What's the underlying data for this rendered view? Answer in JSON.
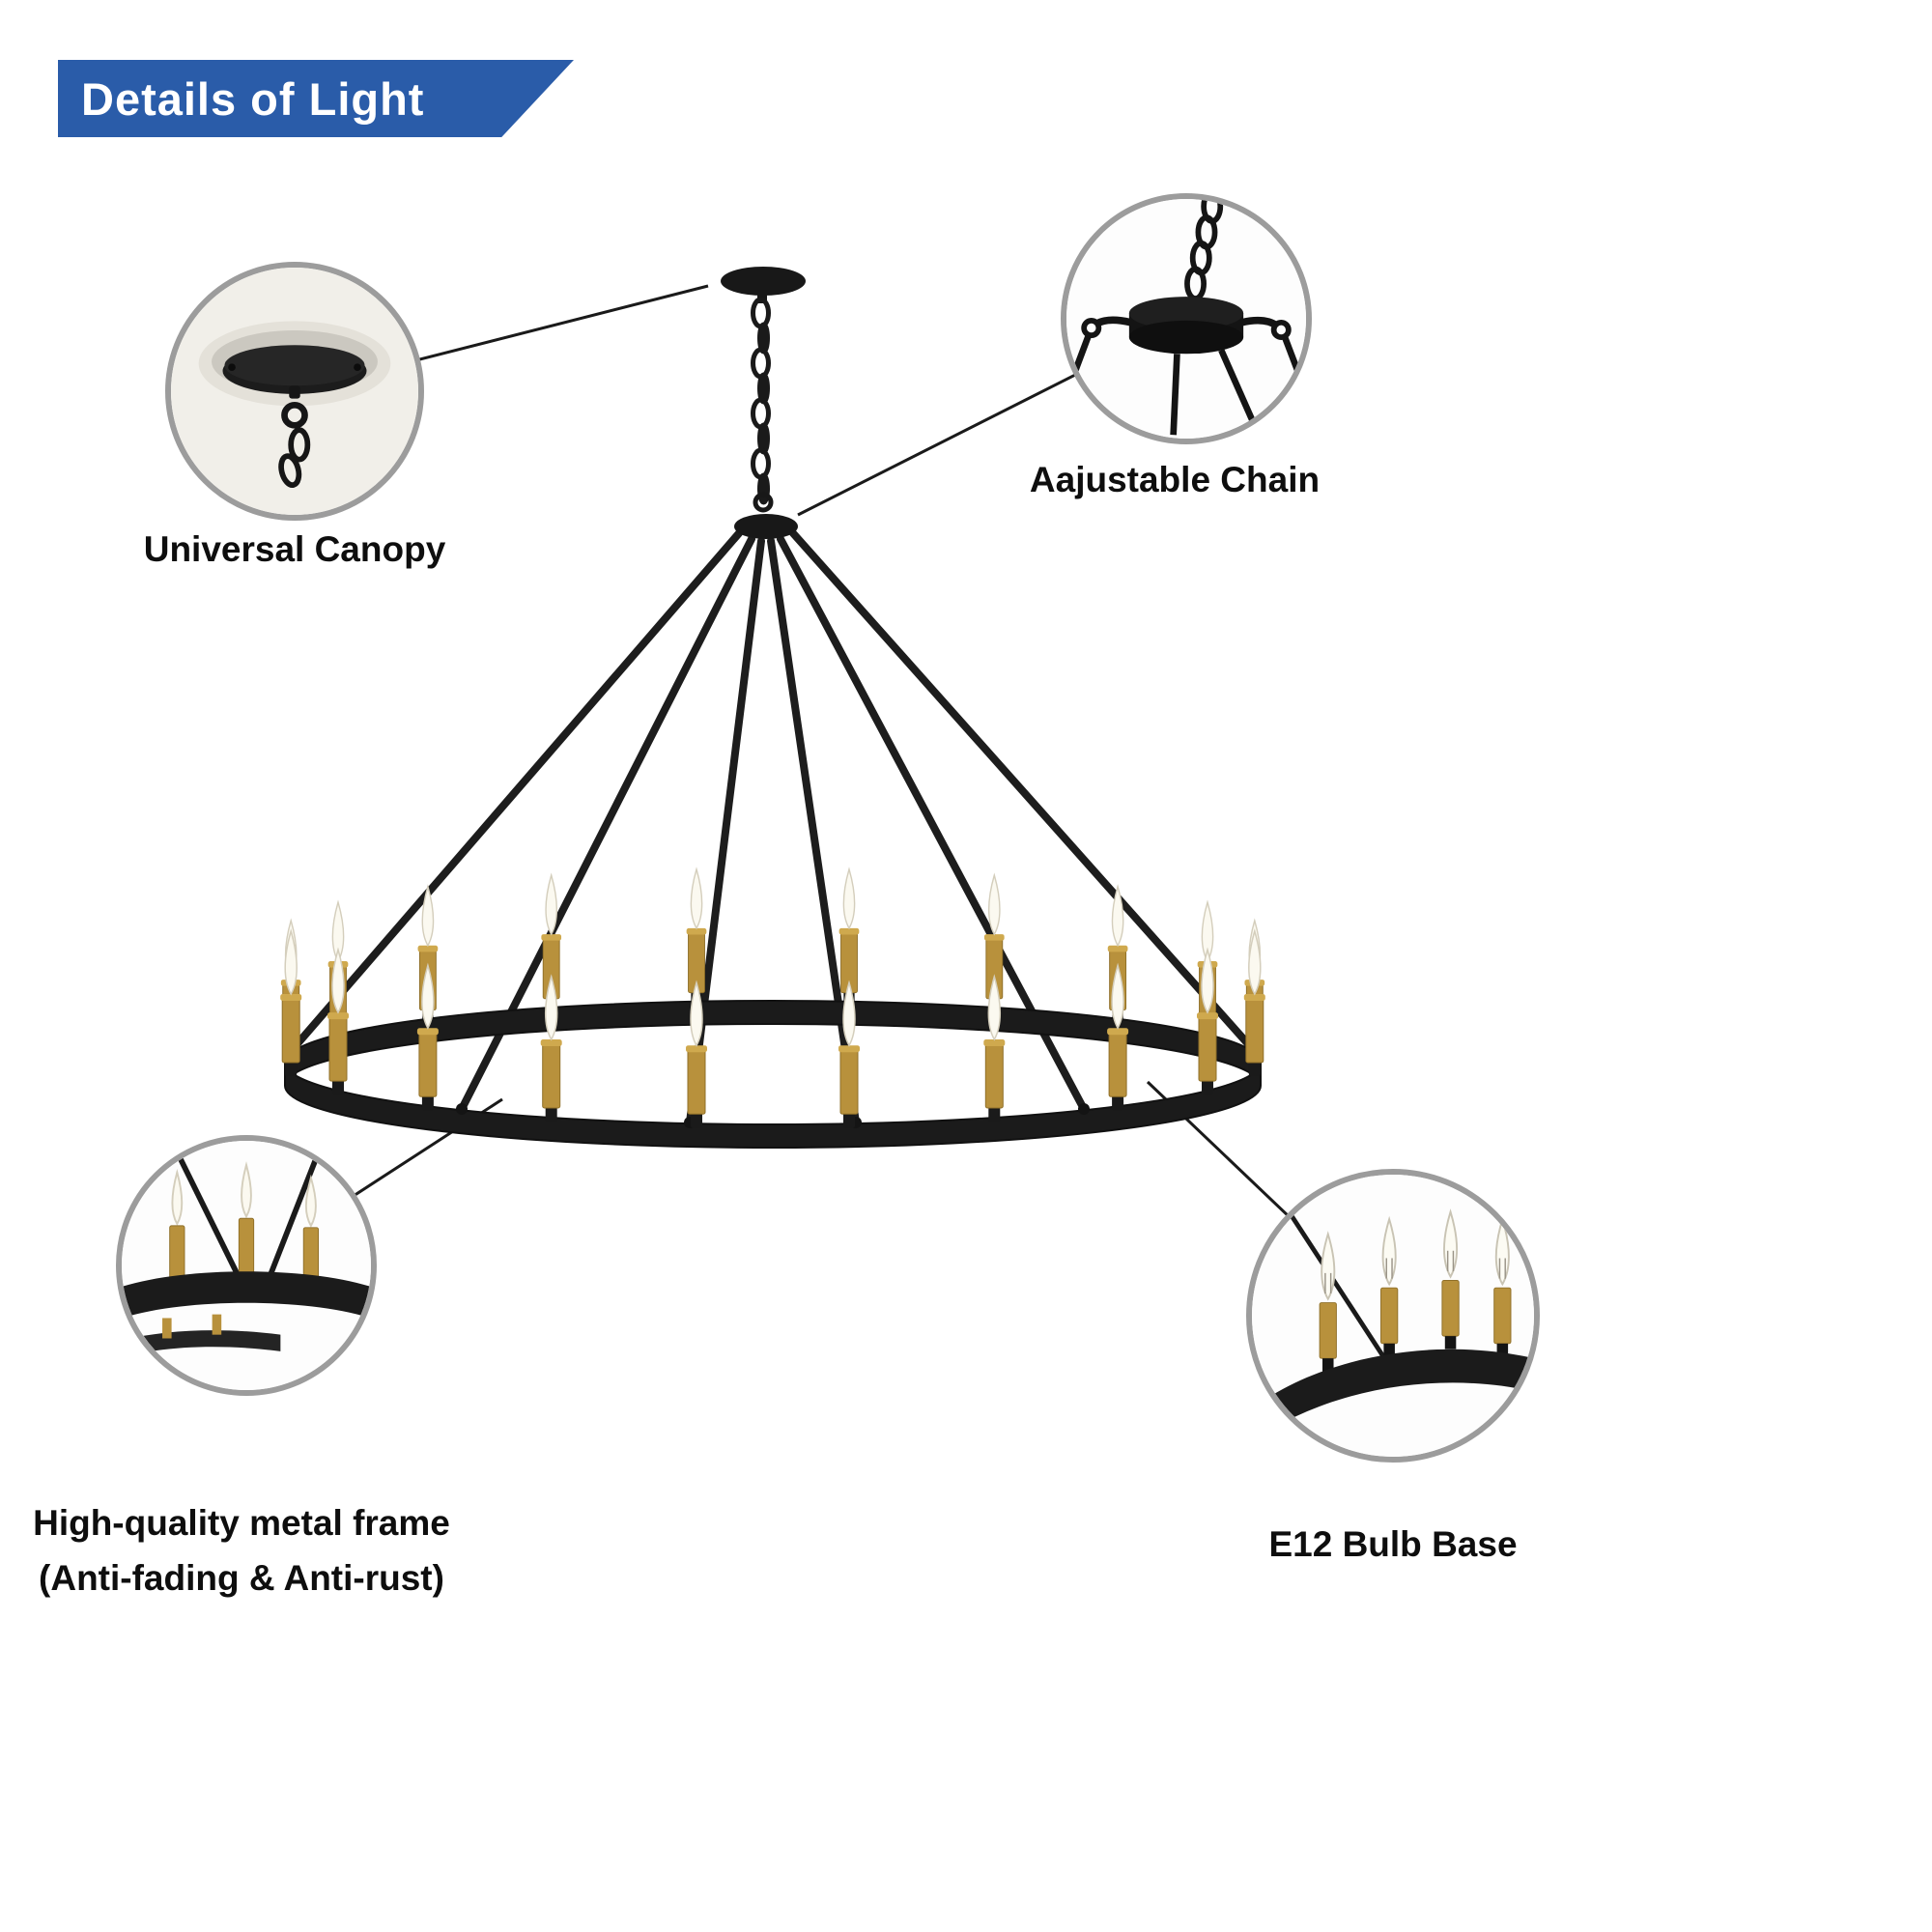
{
  "banner": {
    "title": "Details of Light"
  },
  "callouts": {
    "universal_canopy": {
      "label": "Universal Canopy"
    },
    "adjustable_chain": {
      "label": "Aajustable Chain"
    },
    "metal_frame": {
      "label_line1": "High-quality metal frame",
      "label_line2": "(Anti-fading & Anti-rust)"
    },
    "e12_bulb": {
      "label": "E12 Bulb Base"
    }
  },
  "colors": {
    "banner_blue": "#2a5ca9",
    "frame_black": "#1a1a1a",
    "brass_gold": "#b8913c",
    "brass_gold_light": "#cfa94e",
    "bulb_white": "#fbf9f0",
    "circle_border": "#9c9c9c"
  }
}
